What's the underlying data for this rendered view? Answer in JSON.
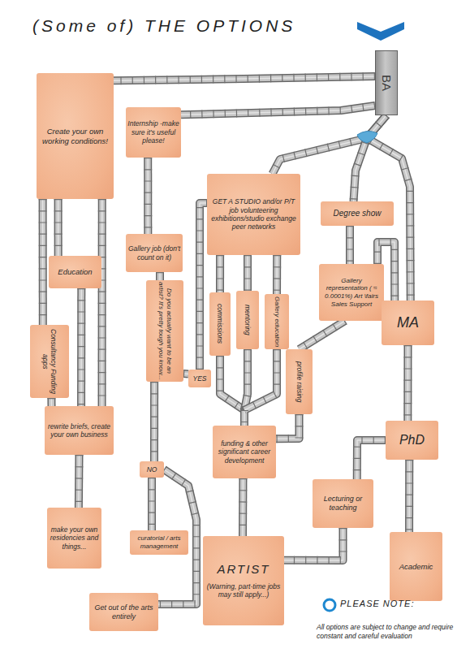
{
  "diagram": {
    "title": "(Some of) THE OPTIONS",
    "nodes": [
      {
        "text": [
          "BA"
        ]
      },
      {
        "text": [
          "Create your own working conditions!"
        ]
      },
      {
        "text": [
          "Internship -make sure it's useful please!"
        ]
      },
      {
        "text": [
          "GET A STUDIO and/or P/T job volunteering exhibitions/studio exchange peer networks"
        ]
      },
      {
        "text": [
          "Degree show"
        ]
      },
      {
        "text": [
          "Education"
        ]
      },
      {
        "text": [
          "Gallery job (don't count on it)"
        ]
      },
      {
        "text": [
          "Gallery representation ( ≈ 0.0001%) Art \\fairs Sales Support"
        ]
      },
      {
        "text": [
          "commissions"
        ]
      },
      {
        "text": [
          "mentoring"
        ]
      },
      {
        "text": [
          "Gallery education"
        ]
      },
      {
        "text": [
          "Do you actually want to be an artist? It's pretty tough you know..."
        ]
      },
      {
        "text": [
          "MA"
        ]
      },
      {
        "text": [
          "YES"
        ]
      },
      {
        "text": [
          "Consultancy Funding apps"
        ]
      },
      {
        "text": [
          "profile raising"
        ]
      },
      {
        "text": [
          "rewrite briefs, create your own business"
        ]
      },
      {
        "text": [
          "PhD"
        ]
      },
      {
        "text": [
          "funding & other significant career development"
        ]
      },
      {
        "text": [
          "NO"
        ]
      },
      {
        "text": [
          "make your own residencies and things..."
        ]
      },
      {
        "text": [
          "curatorial / arts management"
        ]
      },
      {
        "text": [
          "Lecturing or teaching"
        ]
      },
      {
        "text": [
          "ARTIST",
          "(Warning, part-time jobs may still apply...)"
        ]
      },
      {
        "text": [
          "Academic"
        ]
      },
      {
        "text": [
          "Get out of the arts entirely"
        ]
      }
    ],
    "edges": [
      {
        "from": 0,
        "to": 1,
        "arrow": "none"
      },
      {
        "from": 0,
        "to": 2,
        "arrow": "none"
      },
      {
        "from": 0,
        "to": 3,
        "arrow": "none"
      },
      {
        "from": 0,
        "to": 4,
        "arrow": "none"
      },
      {
        "from": 0,
        "to": 12,
        "arrow": "none"
      },
      {
        "from": 1,
        "to": 14,
        "arrow": "none"
      },
      {
        "from": 1,
        "to": 5,
        "arrow": "none"
      },
      {
        "from": 1,
        "to": 16,
        "arrow": "none"
      },
      {
        "from": 14,
        "to": 16,
        "arrow": "none"
      },
      {
        "from": 5,
        "to": 16,
        "arrow": "none"
      },
      {
        "from": 16,
        "to": 20,
        "arrow": "none"
      },
      {
        "from": 2,
        "to": 6,
        "arrow": "none"
      },
      {
        "from": 6,
        "to": 11,
        "arrow": "none"
      },
      {
        "from": 11,
        "to": 13,
        "arrow": "none"
      },
      {
        "from": 11,
        "to": 19,
        "arrow": "none"
      },
      {
        "from": 13,
        "to": 3,
        "arrow": "none"
      },
      {
        "from": 3,
        "to": 8,
        "arrow": "none"
      },
      {
        "from": 3,
        "to": 9,
        "arrow": "none"
      },
      {
        "from": 3,
        "to": 10,
        "arrow": "none"
      },
      {
        "from": 8,
        "to": 18,
        "arrow": "none"
      },
      {
        "from": 9,
        "to": 18,
        "arrow": "none"
      },
      {
        "from": 10,
        "to": 18,
        "arrow": "none"
      },
      {
        "from": 4,
        "to": 7,
        "arrow": "none"
      },
      {
        "from": 7,
        "to": 12,
        "arrow": "none"
      },
      {
        "from": 7,
        "to": 15,
        "arrow": "none"
      },
      {
        "from": 15,
        "to": 18,
        "arrow": "none"
      },
      {
        "from": 12,
        "to": 17,
        "arrow": "none"
      },
      {
        "from": 17,
        "to": 22,
        "arrow": "none"
      },
      {
        "from": 17,
        "to": 24,
        "arrow": "none"
      },
      {
        "from": 22,
        "to": 23,
        "arrow": "none"
      },
      {
        "from": 18,
        "to": 23,
        "arrow": "none"
      },
      {
        "from": 19,
        "to": 21,
        "arrow": "none"
      },
      {
        "from": 19,
        "to": 25,
        "arrow": "none"
      }
    ],
    "labels": [
      "PLEASE NOTE:",
      "All options are subject to change and require constant and careful evaluation"
    ]
  }
}
